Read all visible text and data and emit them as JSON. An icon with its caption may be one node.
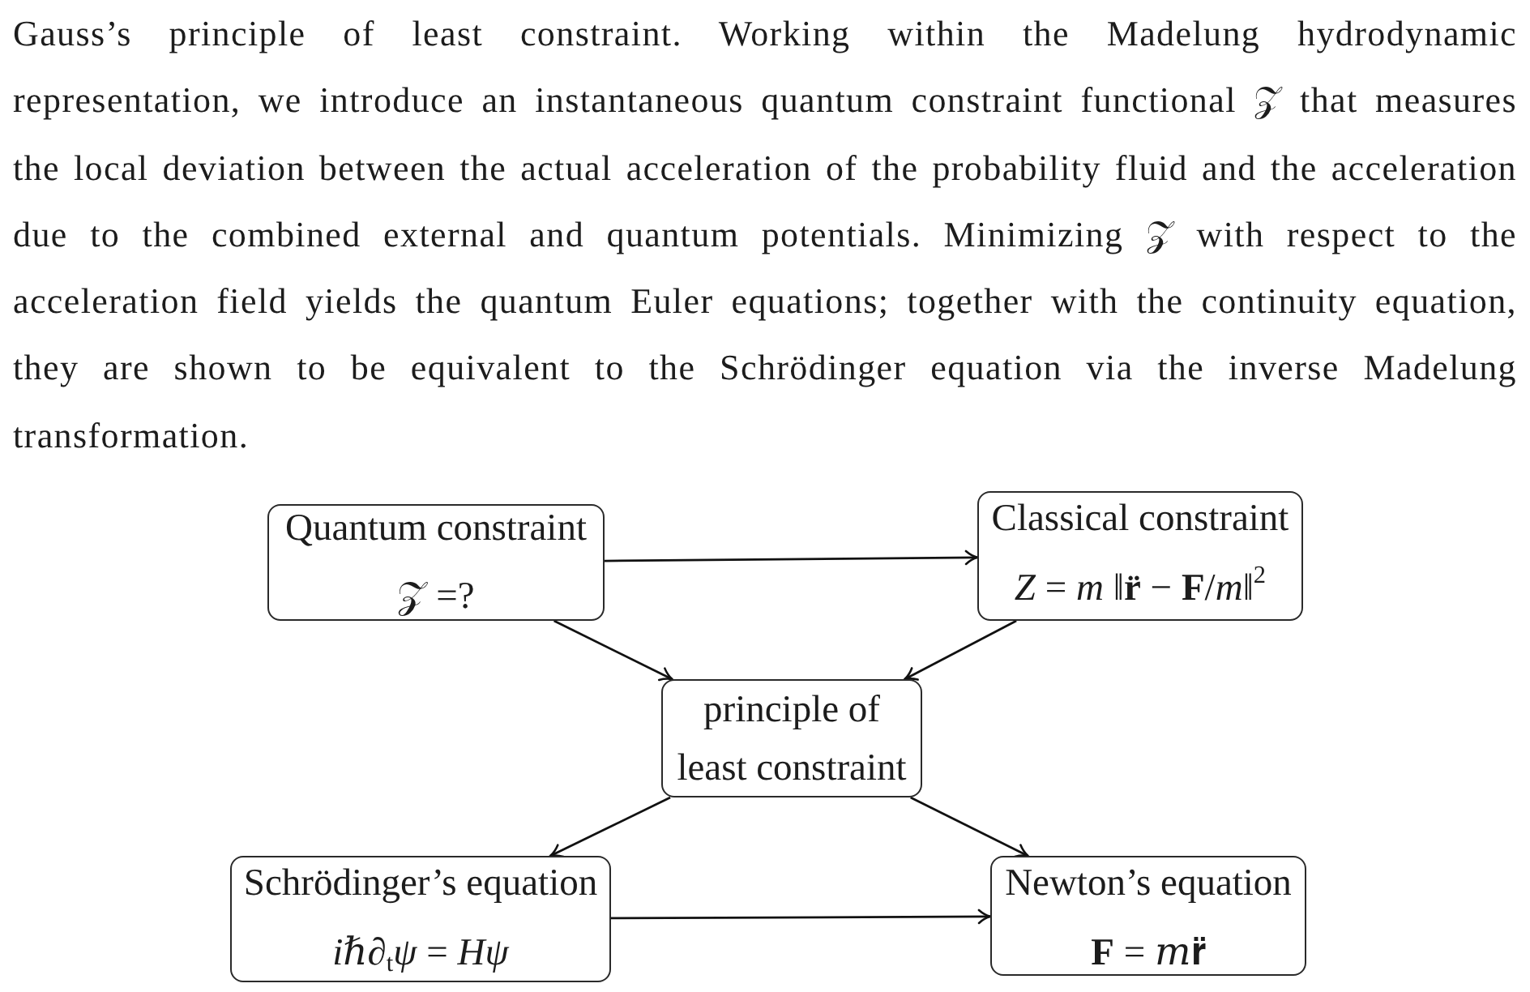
{
  "diagram": {
    "nodes": [
      {
        "text": [
          "Quantum constraint",
          "𝒵 =?"
        ]
      },
      {
        "text": [
          "Classical constraint",
          "*Z* = *m* ‖**r̈** − **F**/*m*‖$^{2}$"
        ]
      },
      {
        "text": [
          "principle of least constraint"
        ]
      },
      {
        "text": [
          "Schrödinger’s equation",
          "*iℏ*∂$_{t}$*ψ* = *Hψ*"
        ]
      },
      {
        "text": [
          "Newton’s equation",
          "**F** = 𝑚𝐫̈"
        ]
      }
    ],
    "edges": [
      {
        "from": 0,
        "to": 1,
        "arrow": "to"
      },
      {
        "from": 0,
        "to": 2,
        "arrow": "to"
      },
      {
        "from": 1,
        "to": 2,
        "arrow": "to"
      },
      {
        "from": 2,
        "to": 3,
        "arrow": "to"
      },
      {
        "from": 2,
        "to": 4,
        "arrow": "to"
      },
      {
        "from": 3,
        "to": 4,
        "arrow": "to"
      }
    ],
    "labels": [
      "Gauss’s principle of least constraint. Working within the Madelung hydrodynamic representation, we introduce an instantaneous quantum constraint functional 𝒵 that measures the local deviation between the actual acceleration of the probability fluid and the acceleration due to the combined external and quantum potentials. Minimizing 𝒵 with respect to the acceleration field yields the quantum Euler equations; together with the continuity equation, they are shown to be equivalent to the Schrödinger equation via the inverse Madelung transformation."
    ]
  }
}
